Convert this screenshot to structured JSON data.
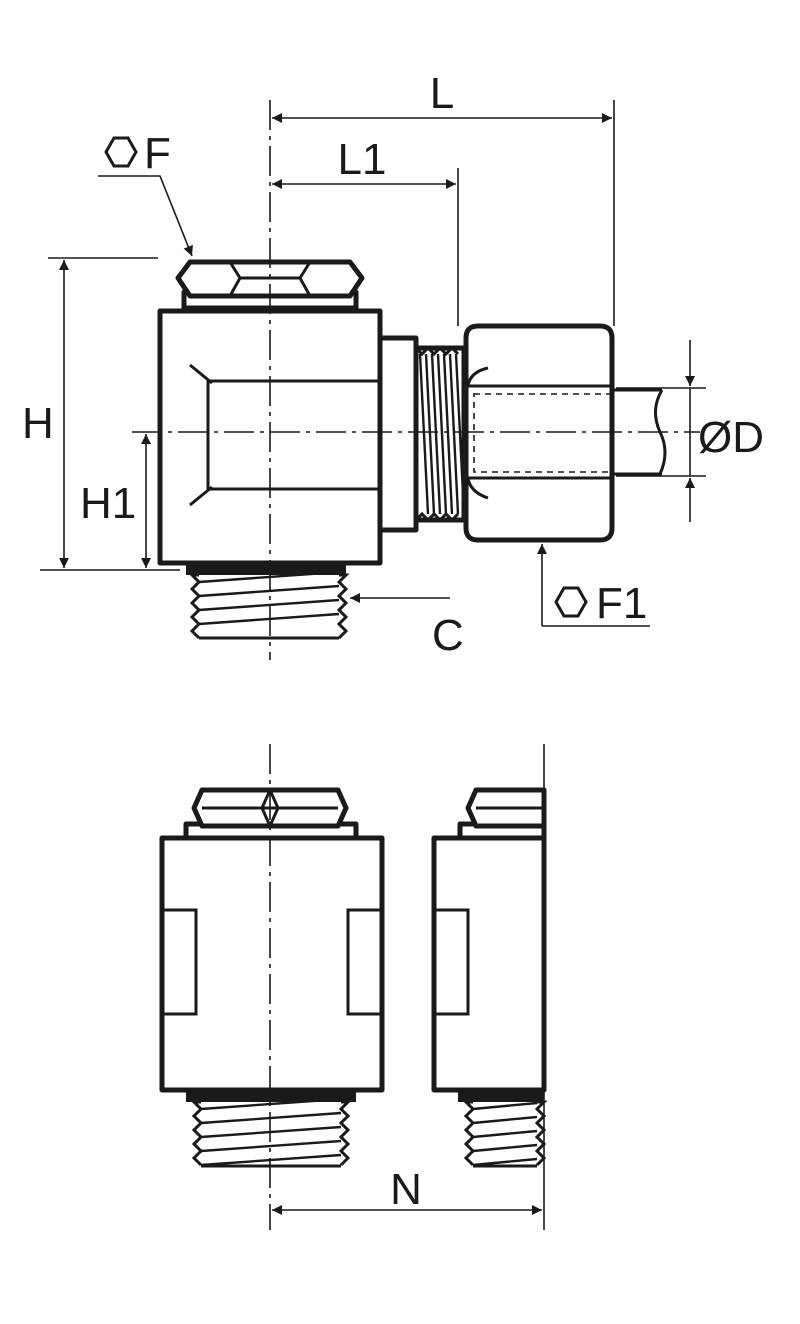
{
  "labels": {
    "L": "L",
    "L1": "L1",
    "F": "F",
    "F1": "F1",
    "H": "H",
    "H1": "H1",
    "C": "C",
    "D": "ØD",
    "N": "N"
  },
  "icons": {
    "F": "hexagon-icon",
    "F1": "hexagon-icon"
  },
  "colors": {
    "line": "#1a1a1a",
    "background": "#ffffff"
  }
}
